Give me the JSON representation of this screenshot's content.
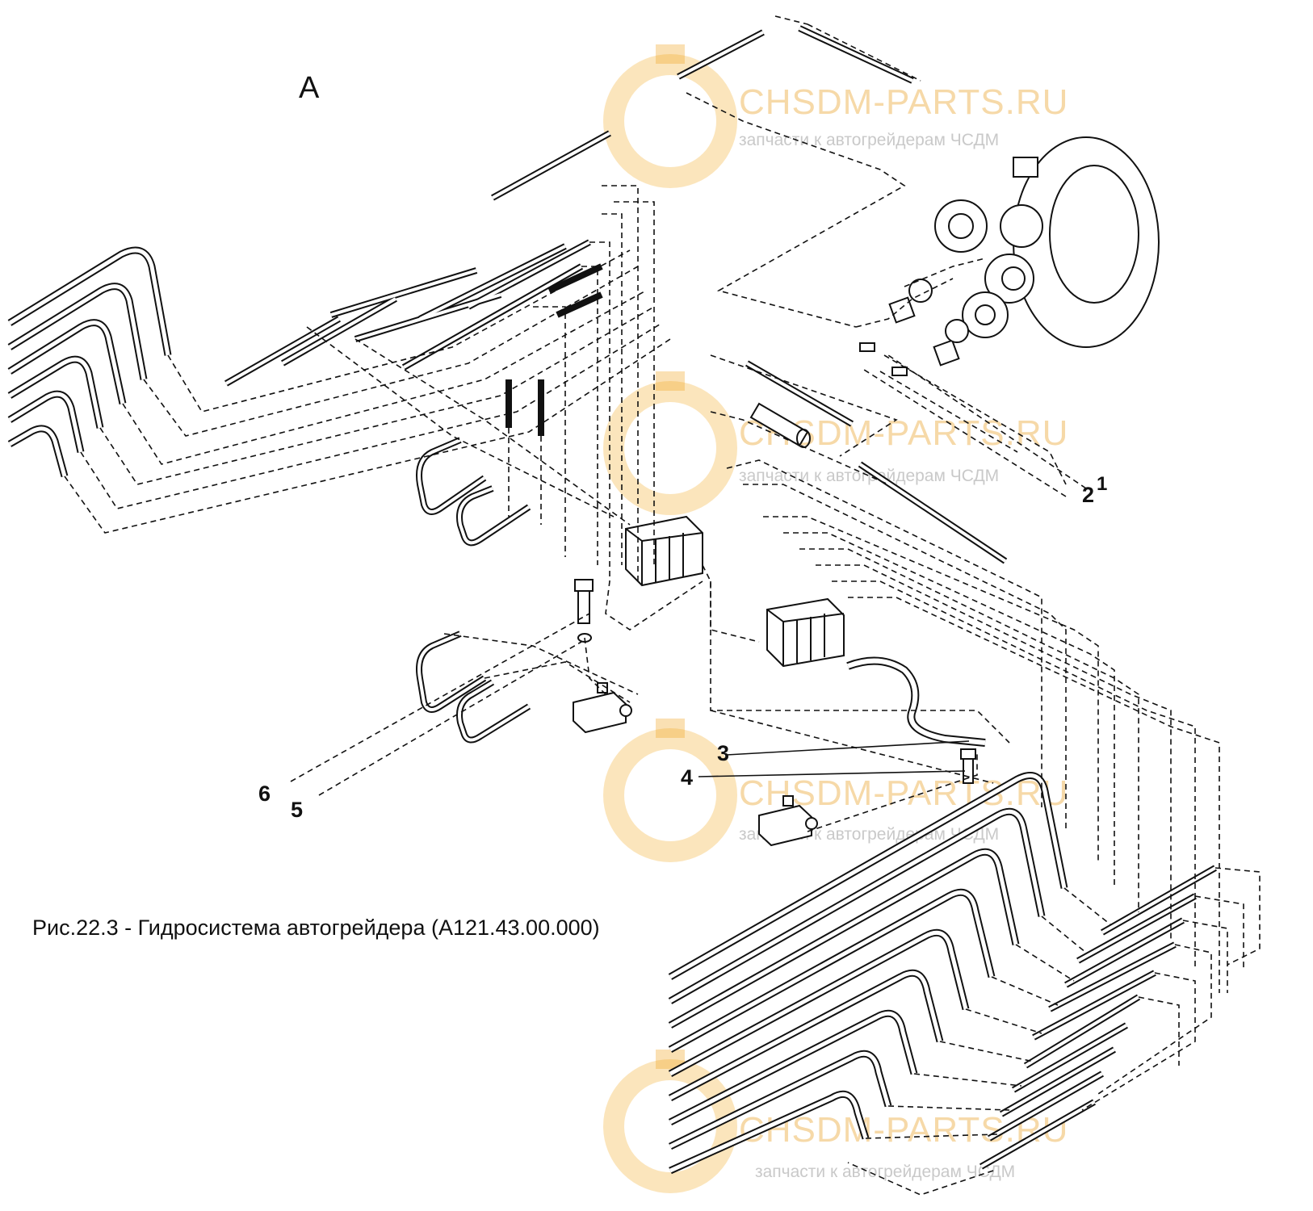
{
  "view_letter": "А",
  "caption": "Рис.22.3 - Гидросистема автогрейдера (А121.43.00.000)",
  "watermark": {
    "title": "CHSDM-PARTS.RU",
    "subtitle": "запчасти к автогрейдерам ЧСДМ",
    "color": "#f5b74a"
  },
  "callouts": [
    "1",
    "2",
    "3",
    "4",
    "5",
    "6"
  ],
  "colors": {
    "line": "#111111",
    "background": "#ffffff"
  }
}
